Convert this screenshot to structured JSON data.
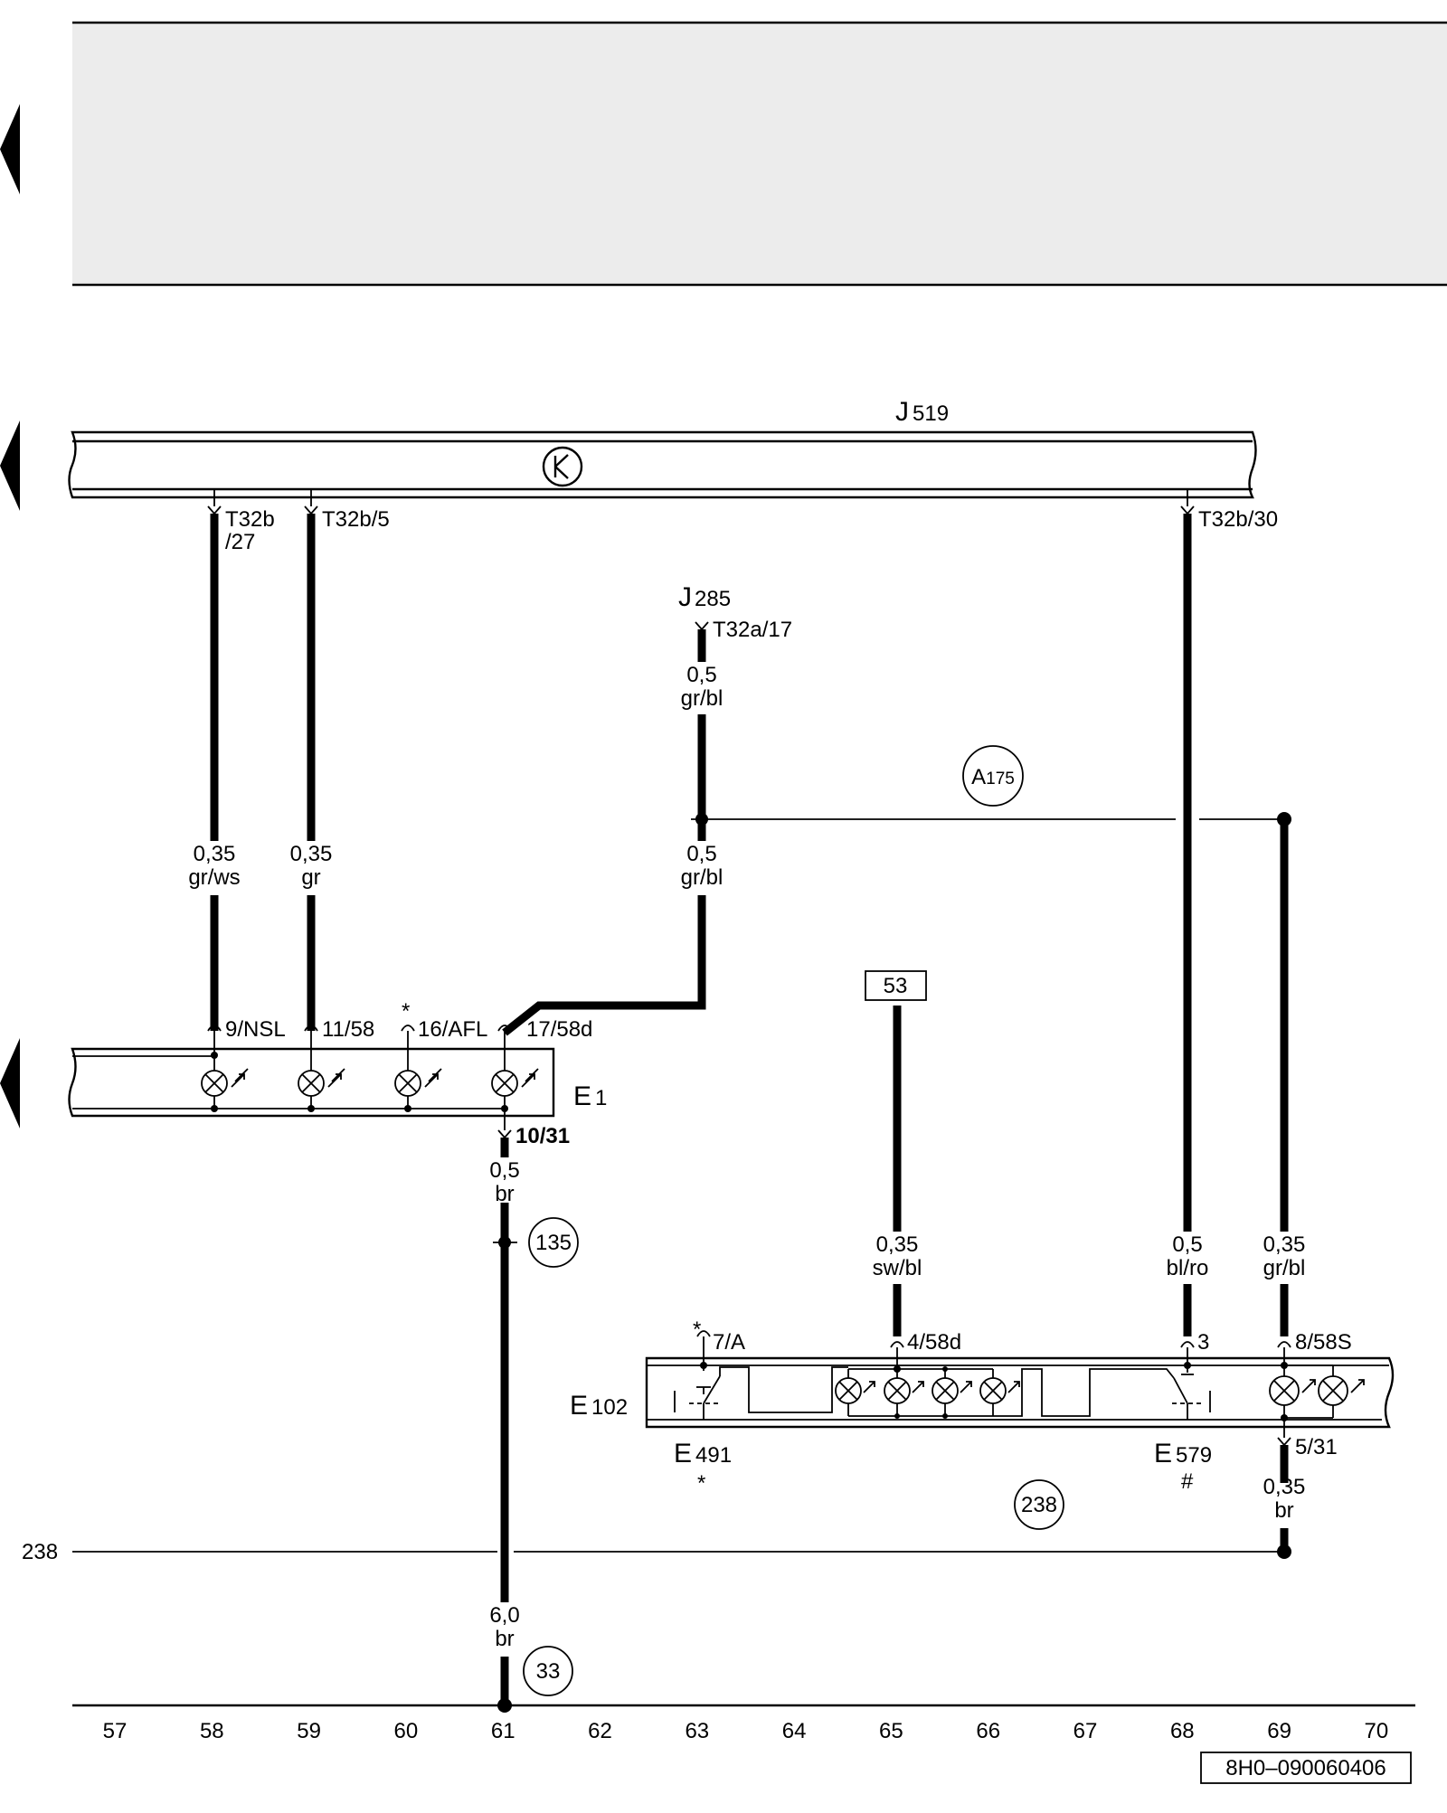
{
  "diagram": {
    "components": {
      "j519": {
        "letter": "J",
        "number": "519"
      },
      "j285": {
        "letter": "J",
        "number": "285"
      },
      "e1": {
        "letter": "E",
        "number": "1"
      },
      "e102": {
        "letter": "E",
        "number": "102"
      },
      "e491": {
        "letter": "E",
        "number": "491",
        "mark": "*"
      },
      "e579": {
        "letter": "E",
        "number": "579",
        "mark": "#"
      }
    },
    "connectors": {
      "t32b_27_line1": "T32b",
      "t32b_27_line2": "/27",
      "t32b_5": "T32b/5",
      "t32b_30": "T32b/30",
      "t32a_17": "T32a/17",
      "e1_9": "9/NSL",
      "e1_11": "11/58",
      "e1_16": "16/AFL",
      "e1_16_mark": "*",
      "e1_17": "17/58d",
      "e1_10": "10/31",
      "e102_7": "7/A",
      "e102_7_mark": "*",
      "e102_4": "4/58d",
      "e102_3": "3",
      "e102_8": "8/58S",
      "e102_5": "5/31"
    },
    "wires": [
      {
        "id": "w-58",
        "size": "0,35",
        "color": "gr/ws"
      },
      {
        "id": "w-59",
        "size": "0,35",
        "color": "gr"
      },
      {
        "id": "w-j285",
        "size": "0,5",
        "color": "gr/bl"
      },
      {
        "id": "w-63",
        "size": "0,5",
        "color": "gr/bl"
      },
      {
        "id": "w-61",
        "size": "0,5",
        "color": "br"
      },
      {
        "id": "w-65",
        "size": "0,35",
        "color": "sw/bl"
      },
      {
        "id": "w-68",
        "size": "0,5",
        "color": "bl/ro"
      },
      {
        "id": "w-69",
        "size": "0,35",
        "color": "gr/bl"
      },
      {
        "id": "w-69b",
        "size": "0,35",
        "color": "br"
      },
      {
        "id": "w-61b",
        "size": "6,0",
        "color": "br"
      }
    ],
    "connection_points": {
      "a175": {
        "letter": "A",
        "number": "175"
      },
      "c135": "135",
      "c238": "238",
      "c33": "33"
    },
    "terminal_53": "53",
    "ground_ref": "238",
    "grid_numbers": [
      "57",
      "58",
      "59",
      "60",
      "61",
      "62",
      "63",
      "64",
      "65",
      "66",
      "67",
      "68",
      "69",
      "70"
    ],
    "doc_id": "8H0–090060406"
  }
}
